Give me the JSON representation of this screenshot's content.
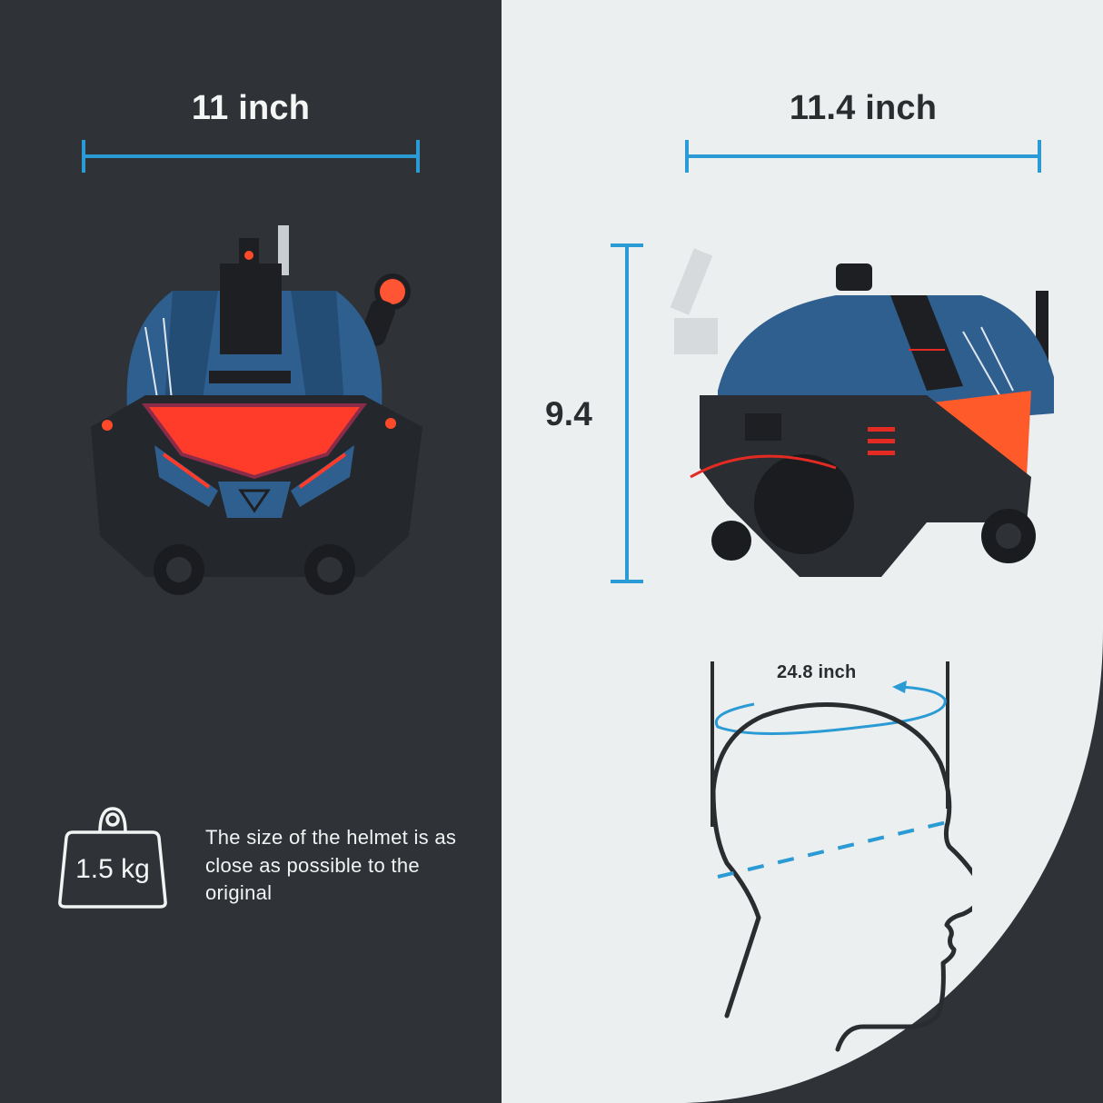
{
  "colors": {
    "dark_bg": "#2f3237",
    "light_bg": "#ecefef",
    "accent_blue": "#2a9bd5",
    "text_light": "#f4f5f5",
    "text_dark": "#2a2c30",
    "helmet_blue": "#2f5f8f",
    "visor_red": "#ff3b2a"
  },
  "front_view": {
    "width_label": "11 inch",
    "image_alt": "Front view of blue shark-teeth helmet with red hex visor"
  },
  "side_view": {
    "width_label": "11.4 inch",
    "height_label": "9.4",
    "image_alt": "Side view of blue shark-teeth helmet with antenna and red visor"
  },
  "head_diagram": {
    "circumference_label": "24.8 inch"
  },
  "weight": {
    "icon": "weight-icon",
    "value": "1.5 kg"
  },
  "caption": {
    "text": "The size of the helmet is as close as possible to the original"
  }
}
